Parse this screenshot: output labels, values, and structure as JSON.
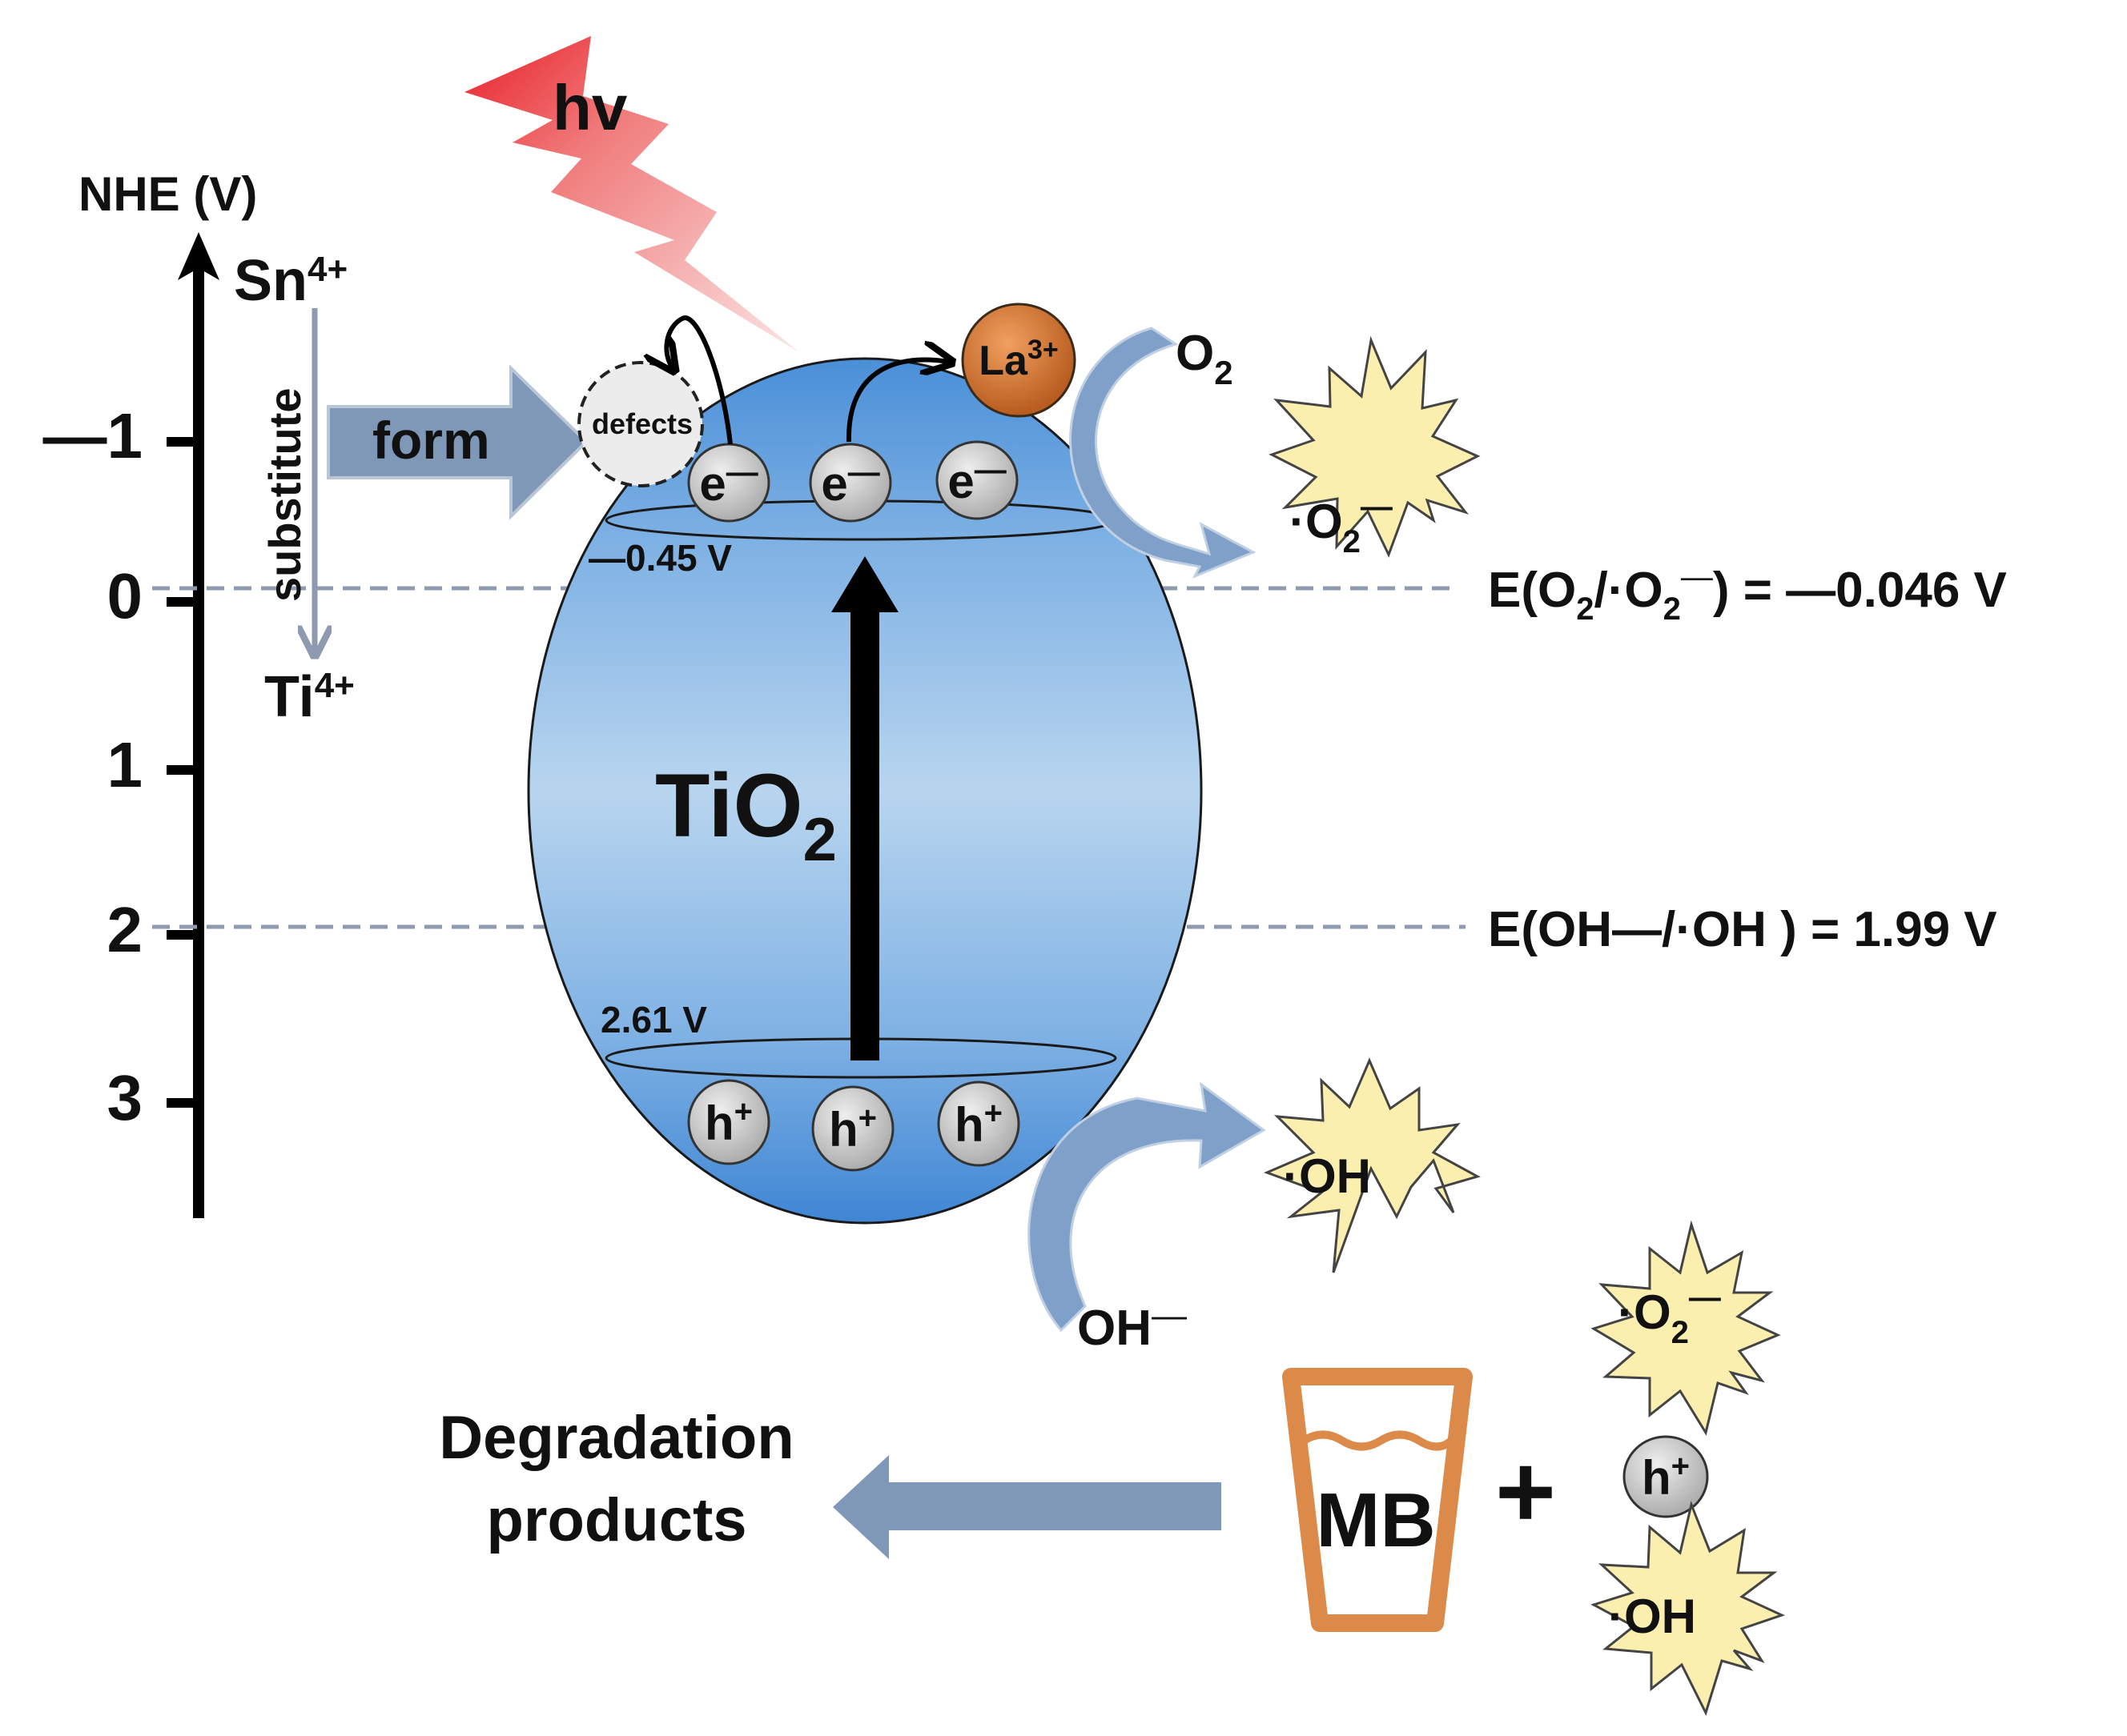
{
  "axis": {
    "title": "NHE (V)",
    "ticks": [
      "—1",
      "0",
      "1",
      "2",
      "3"
    ]
  },
  "substitution": {
    "from_ion": "Sn",
    "from_charge": "4+",
    "to_ion": "Ti",
    "to_charge": "4+",
    "label": "substitute"
  },
  "light": {
    "label": "hv"
  },
  "form_label": "form",
  "defects_label": "defects",
  "dopant": {
    "ion": "La",
    "charge": "3+"
  },
  "semiconductor": {
    "name": "TiO",
    "subscript": "2"
  },
  "cb_potential": "—0.45 V",
  "vb_potential": "2.61 V",
  "electron_label": "e",
  "electron_sup": "—",
  "hole_label": "h",
  "hole_sup": "+",
  "oxygen": {
    "base": "O",
    "sub": "2"
  },
  "superoxide": {
    "prefix": "·O",
    "sub": "2",
    "sup": "—"
  },
  "hydroxide": {
    "text": "OH",
    "sup": "—"
  },
  "hydroxyl_radical": "·OH",
  "potentials": {
    "o2_parts": [
      "E(O",
      "2",
      "/·O",
      "2",
      "—",
      ") = —0.046 V"
    ],
    "oh_text": "E(OH—/·OH ) = 1.99 V"
  },
  "pollutant": "MB",
  "plus": "+",
  "products": [
    "Degradation",
    "products"
  ],
  "colors": {
    "ellipse_top": "#4a8fd8",
    "ellipse_mid": "#b4d3ef",
    "arrow_blue": "#7f98b7",
    "dashed": "#8e9ab0",
    "star_fill": "#fbefb0",
    "la_fill": "#c86a2a",
    "cup": "#dc8a4a",
    "particle": "#c8c8c8"
  }
}
